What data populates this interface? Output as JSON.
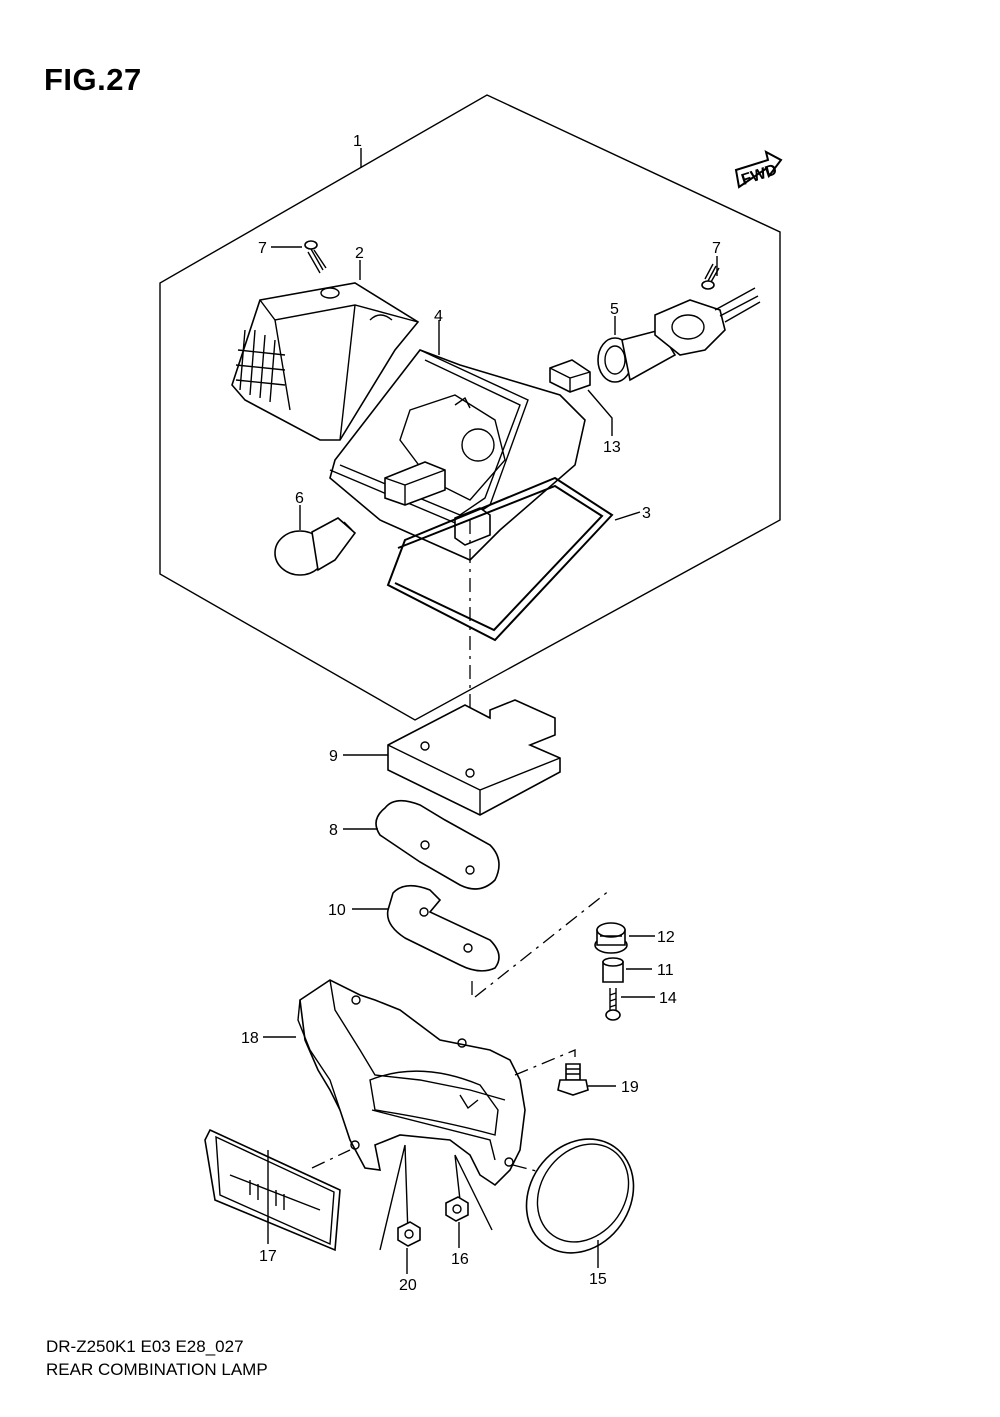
{
  "figure": {
    "title": "FIG.27",
    "fwd_label": "FWD"
  },
  "caption": {
    "model_code": "DR-Z250K1  E03  E28_027",
    "name": "REAR COMBINATION LAMP"
  },
  "callouts": [
    {
      "id": "1",
      "part": "lamp-assembly"
    },
    {
      "id": "2",
      "part": "lens"
    },
    {
      "id": "3",
      "part": "gasket"
    },
    {
      "id": "4",
      "part": "housing"
    },
    {
      "id": "5",
      "part": "socket"
    },
    {
      "id": "6",
      "part": "bulb"
    },
    {
      "id": "7",
      "part": "screw"
    },
    {
      "id": "8",
      "part": "cushion"
    },
    {
      "id": "9",
      "part": "pad"
    },
    {
      "id": "10",
      "part": "bracket-plate"
    },
    {
      "id": "11",
      "part": "spacer"
    },
    {
      "id": "12",
      "part": "grommet"
    },
    {
      "id": "13",
      "part": "clamp"
    },
    {
      "id": "14",
      "part": "screw"
    },
    {
      "id": "15",
      "part": "reflector"
    },
    {
      "id": "16",
      "part": "nut"
    },
    {
      "id": "17",
      "part": "reflector"
    },
    {
      "id": "18",
      "part": "bracket"
    },
    {
      "id": "19",
      "part": "bolt"
    },
    {
      "id": "20",
      "part": "nut"
    }
  ]
}
